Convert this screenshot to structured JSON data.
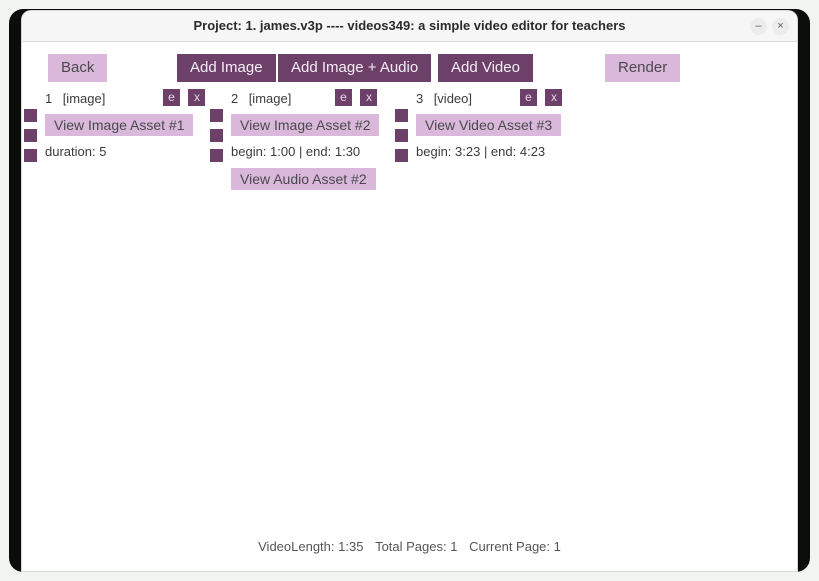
{
  "window": {
    "title": "Project: 1. james.v3p ---- videos349: a simple video editor for teachers",
    "minimize_icon": "minimize-icon",
    "minimize_glyph": "–",
    "close_icon": "close-icon",
    "close_glyph": "×"
  },
  "colors": {
    "accent_dark": "#6d4069",
    "accent_light": "#d9b8dc",
    "text_dark": "#3c3c3c",
    "frame": "#0a0d0a",
    "titlebar": "#f6f6f6",
    "content": "#ffffff"
  },
  "toolbar": {
    "back_label": "Back",
    "add_image_label": "Add Image",
    "add_image_audio_label": "Add Image + Audio",
    "add_video_label": "Add Video",
    "render_label": "Render"
  },
  "clips": [
    {
      "index": "1",
      "type": "[image]",
      "edit_label": "e",
      "delete_label": "x",
      "asset_button": "View Image Asset #1",
      "meta": "duration: 5",
      "audio_button": null,
      "handle_count": 3
    },
    {
      "index": "2",
      "type": "[image]",
      "edit_label": "e",
      "delete_label": "x",
      "asset_button": "View Image Asset #2",
      "meta": "begin: 1:00 | end: 1:30",
      "audio_button": "View Audio Asset #2",
      "handle_count": 3
    },
    {
      "index": "3",
      "type": "[video]",
      "edit_label": "e",
      "delete_label": "x",
      "asset_button": "View Video Asset #3",
      "meta": "begin: 3:23 | end: 4:23",
      "audio_button": null,
      "handle_count": 3
    }
  ],
  "footer": {
    "video_length": "VideoLength: 1:35",
    "total_pages": "Total Pages: 1",
    "current_page": "Current Page: 1"
  }
}
